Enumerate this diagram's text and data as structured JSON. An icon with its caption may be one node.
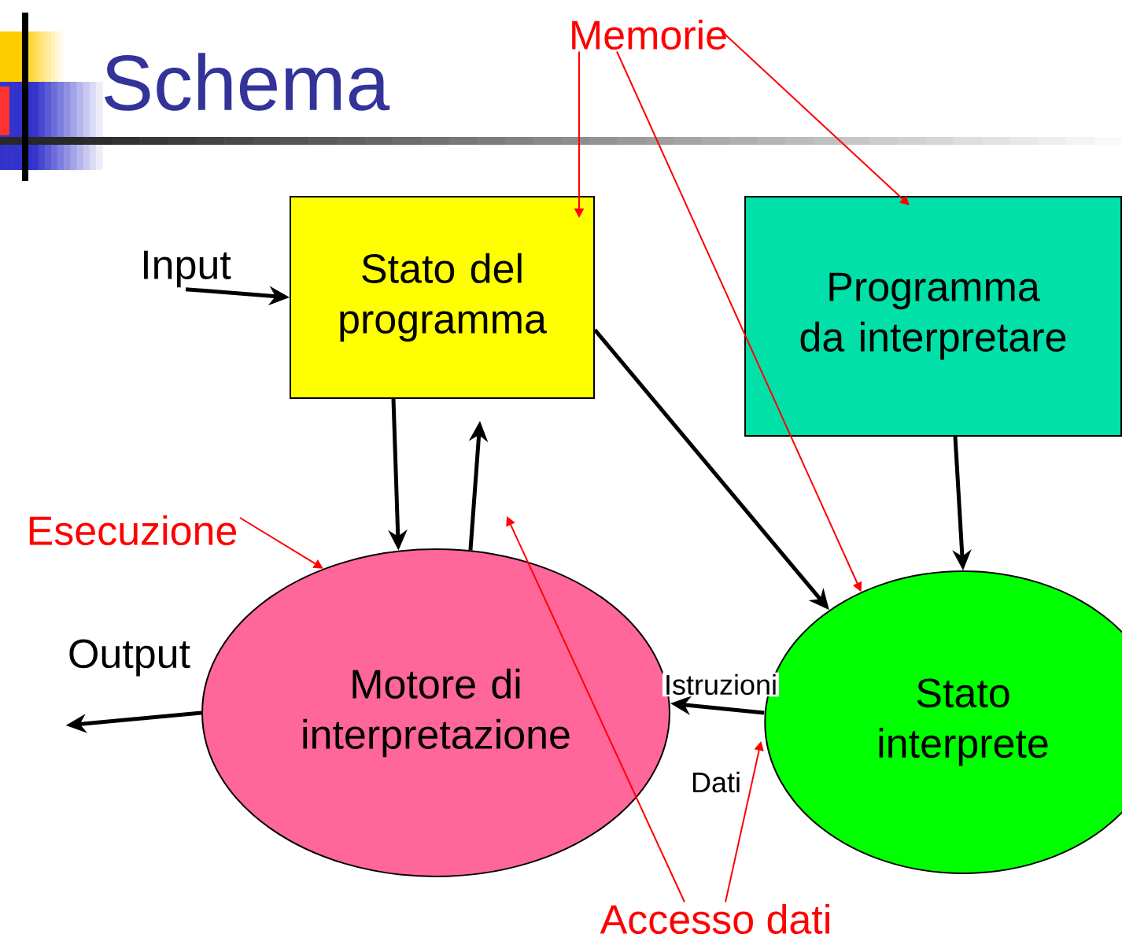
{
  "diagram": {
    "title": "Schema",
    "nodes": [
      {
        "text": [
          "Stato del programma"
        ]
      },
      {
        "text": [
          "Programma da interpretare"
        ]
      },
      {
        "text": [
          "Motore di interpretazione"
        ]
      },
      {
        "text": [
          "Stato interprete"
        ]
      },
      {
        "text": [
          "Input"
        ]
      },
      {
        "text": [
          "Output"
        ]
      },
      {
        "text": [
          "Memorie"
        ]
      },
      {
        "text": [
          "Esecuzione"
        ]
      },
      {
        "text": [
          "Accesso dati"
        ]
      }
    ],
    "edges": [
      {
        "from": 4,
        "to": 0,
        "arrow": "to"
      },
      {
        "from": 0,
        "to": 2,
        "arrow": "to"
      },
      {
        "from": 2,
        "to": 0,
        "arrow": "to"
      },
      {
        "from": 0,
        "to": 3,
        "arrow": "to"
      },
      {
        "from": 1,
        "to": 3,
        "arrow": "to"
      },
      {
        "from": 3,
        "to": 2,
        "arrow": "to",
        "label": "Istruzioni"
      },
      {
        "from": 2,
        "to": 5,
        "arrow": "to"
      },
      {
        "from": 6,
        "to": 0,
        "arrow": "to",
        "color": "#ff0000"
      },
      {
        "from": 6,
        "to": 1,
        "arrow": "to",
        "color": "#ff0000"
      },
      {
        "from": 6,
        "to": 3,
        "arrow": "to",
        "color": "#ff0000"
      },
      {
        "from": 7,
        "to": 2,
        "arrow": "to",
        "color": "#ff0000"
      },
      {
        "from": 8,
        "to": null,
        "arrow": "to",
        "color": "#ff0000"
      },
      {
        "from": 8,
        "to": 3,
        "arrow": "to",
        "color": "#ff0000"
      }
    ],
    "labels": [
      "Dati"
    ]
  }
}
